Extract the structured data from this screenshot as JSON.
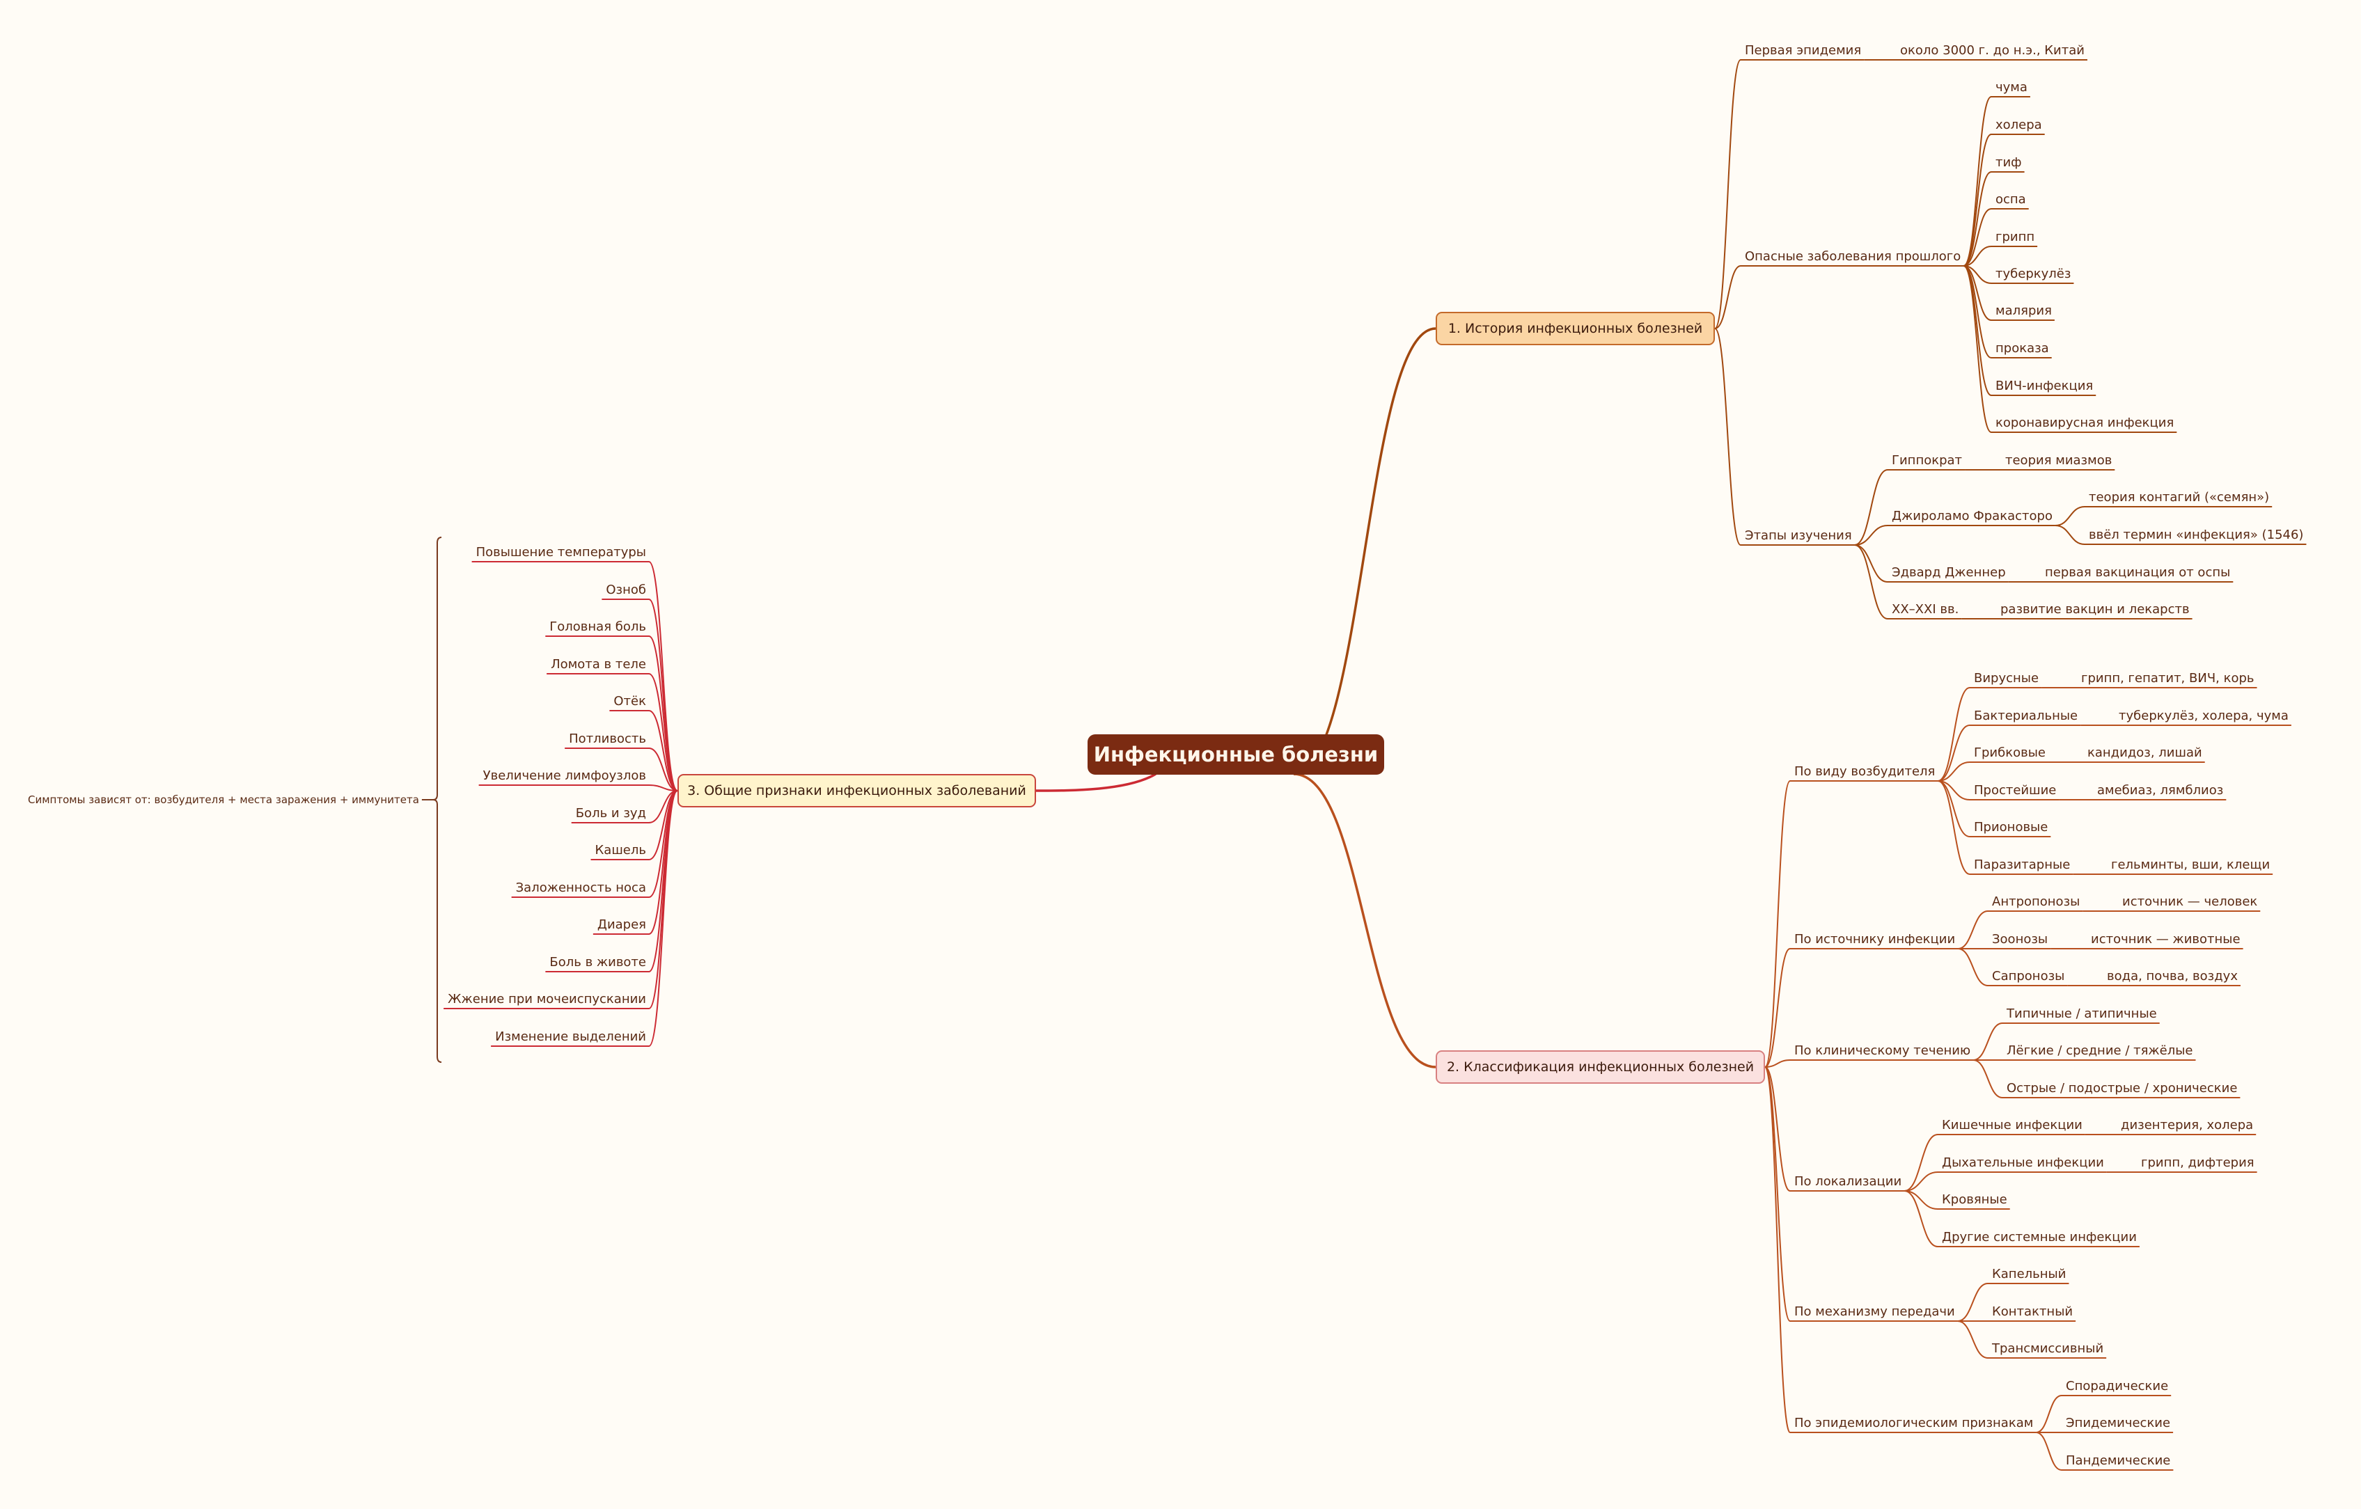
{
  "root": "Инфекционные болезни",
  "colors": {
    "bg": "#fffcf6",
    "root": "#7b2b12",
    "branch1": "#a1480f",
    "branch2": "#b9501e",
    "branch3": "#cc2a33"
  },
  "b1": {
    "title": "1. История инфекционных болезней",
    "first_label": "Первая эпидемия",
    "first_value": "около 3000 г. до н.э., Китай",
    "diseases_label": "Опасные заболевания прошлого",
    "diseases": [
      "чума",
      "холера",
      "тиф",
      "оспа",
      "грипп",
      "туберкулёз",
      "малярия",
      "проказа",
      "ВИЧ-инфекция",
      "коронавирусная инфекция"
    ],
    "stages_label": "Этапы изучения",
    "hip": "Гиппократ",
    "hip_val": "теория миазмов",
    "fra": "Джироламо Фракасторо",
    "fra_1": "теория контагий («семян»)",
    "fra_2": "ввёл термин «инфекция» (1546)",
    "jen": "Эдвард Дженнер",
    "jen_val": "первая вакцинация от оспы",
    "xx": "XX–XXI вв.",
    "xx_val": "развитие вакцин и лекарств"
  },
  "b2": {
    "title": "2. Классификация инфекционных болезней",
    "pathogen_label": "По виду возбудителя",
    "vir": "Вирусные",
    "vir_v": "грипп, гепатит, ВИЧ, корь",
    "bac": "Бактериальные",
    "bac_v": "туберкулёз, холера, чума",
    "fun": "Грибковые",
    "fun_v": "кандидоз, лишай",
    "pro": "Простейшие",
    "pro_v": "амебиаз, лямблиоз",
    "pri": "Прионовые",
    "par": "Паразитарные",
    "par_v": "гельминты, вши, клещи",
    "source_label": "По источнику инфекции",
    "ant": "Антропонозы",
    "ant_v": "источник — человек",
    "zoo": "Зоонозы",
    "zoo_v": "источник — животные",
    "sap": "Сапронозы",
    "sap_v": "вода, почва, воздух",
    "course_label": "По клиническому течению",
    "course": [
      "Типичные / атипичные",
      "Лёгкие / средние / тяжёлые",
      "Острые / подострые / хронические"
    ],
    "loc_label": "По локализации",
    "int": "Кишечные инфекции",
    "int_v": "дизентерия, холера",
    "res": "Дыхательные инфекции",
    "res_v": "грипп, дифтерия",
    "blood": "Кровяные",
    "sys": "Другие системные инфекции",
    "mech_label": "По механизму передачи",
    "mech": [
      "Капельный",
      "Контактный",
      "Трансмиссивный"
    ],
    "epi_label": "По эпидемиологическим признакам",
    "epi": [
      "Спорадические",
      "Эпидемические",
      "Пандемические"
    ]
  },
  "b3": {
    "title": "3. Общие признаки инфекционных заболеваний",
    "symptoms": [
      "Повышение температуры",
      "Озноб",
      "Головная боль",
      "Ломота в теле",
      "Отёк",
      "Потливость",
      "Увеличение лимфоузлов",
      "Боль и зуд",
      "Кашель",
      "Заложенность носа",
      "Диарея",
      "Боль в животе",
      "Жжение при мочеиспускании",
      "Изменение выделений"
    ],
    "summary": "Симптомы зависят от: возбудителя + места заражения + иммунитета"
  }
}
